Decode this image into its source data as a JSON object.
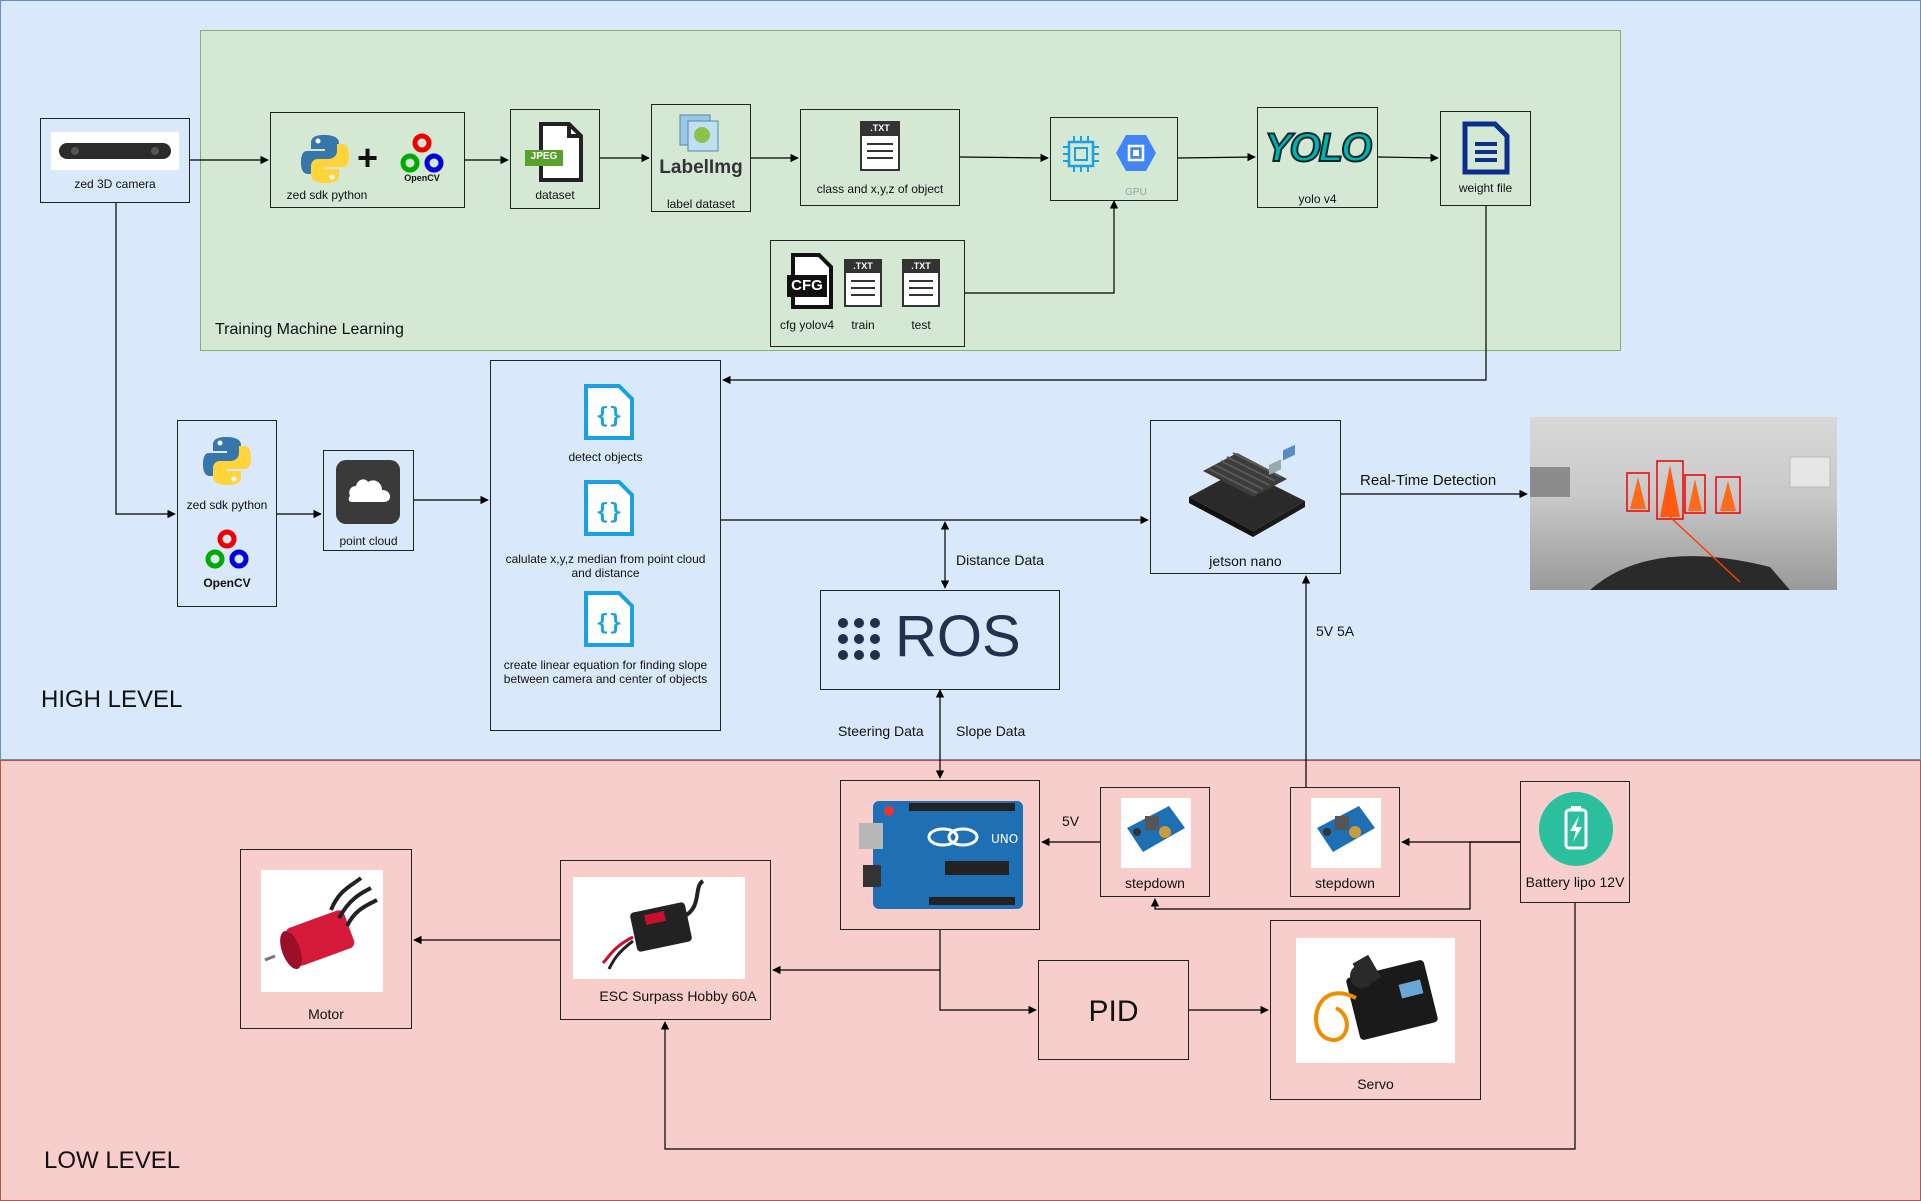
{
  "regions": {
    "high_level": "HIGH LEVEL",
    "low_level": "LOW LEVEL",
    "training": "Training Machine Learning"
  },
  "nodes": {
    "zed_camera": "zed 3D camera",
    "zed_sdk_python_1": "zed sdk python",
    "dataset": "dataset",
    "label_dataset": "label dataset",
    "label_img_logo": "LabelImg",
    "class_xyz": "class and x,y,z of object",
    "gpu": "GPU",
    "yolo_v4": "yolo v4",
    "yolo_logo": "YOLO",
    "weight_file": "weight file",
    "cfg_yolov4": "cfg yolov4",
    "train": "train",
    "test": "test",
    "zed_sdk_python_2": "zed sdk python",
    "point_cloud": "point cloud",
    "detect_objects": "detect objects",
    "calculate_xyz": "calulate x,y,z median from point cloud and distance",
    "linear_equation": "create linear equation for finding slope between camera and center of objects",
    "jetson_nano": "jetson nano",
    "ros": "ROS",
    "stepdown_1": "stepdown",
    "stepdown_2": "stepdown",
    "battery": "Battery lipo 12V",
    "motor": "Motor",
    "esc": "ESC Surpass Hobby 60A",
    "pid": "PID",
    "servo": "Servo",
    "opencv": "OpenCV",
    "jpeg": "JPEG",
    "txt": ".TXT",
    "cfg": "CFG"
  },
  "edge_labels": {
    "real_time_detection": "Real-Time Detection",
    "distance_data": "Distance Data",
    "steering_data": "Steering Data",
    "slope_data": "Slope Data",
    "five_v_5a": "5V 5A",
    "five_v": "5V"
  },
  "colors": {
    "high_level_bg": "#dae8fc",
    "low_level_bg": "#f8cecc",
    "training_bg": "#d5e8d4",
    "python_blue": "#3776ab",
    "python_yellow": "#ffd43b",
    "code_icon": "#1ba1e2",
    "ros_text": "#22314e",
    "battery_teal": "#2bbf9e",
    "doc_navy": "#0d2f8c",
    "gpu_blue": "#4285f4",
    "yolo_teal": "#00b3b3",
    "arduino_blue": "#1f6fb5",
    "esc_red": "#c8102e",
    "motor_red": "#d61a3c"
  }
}
